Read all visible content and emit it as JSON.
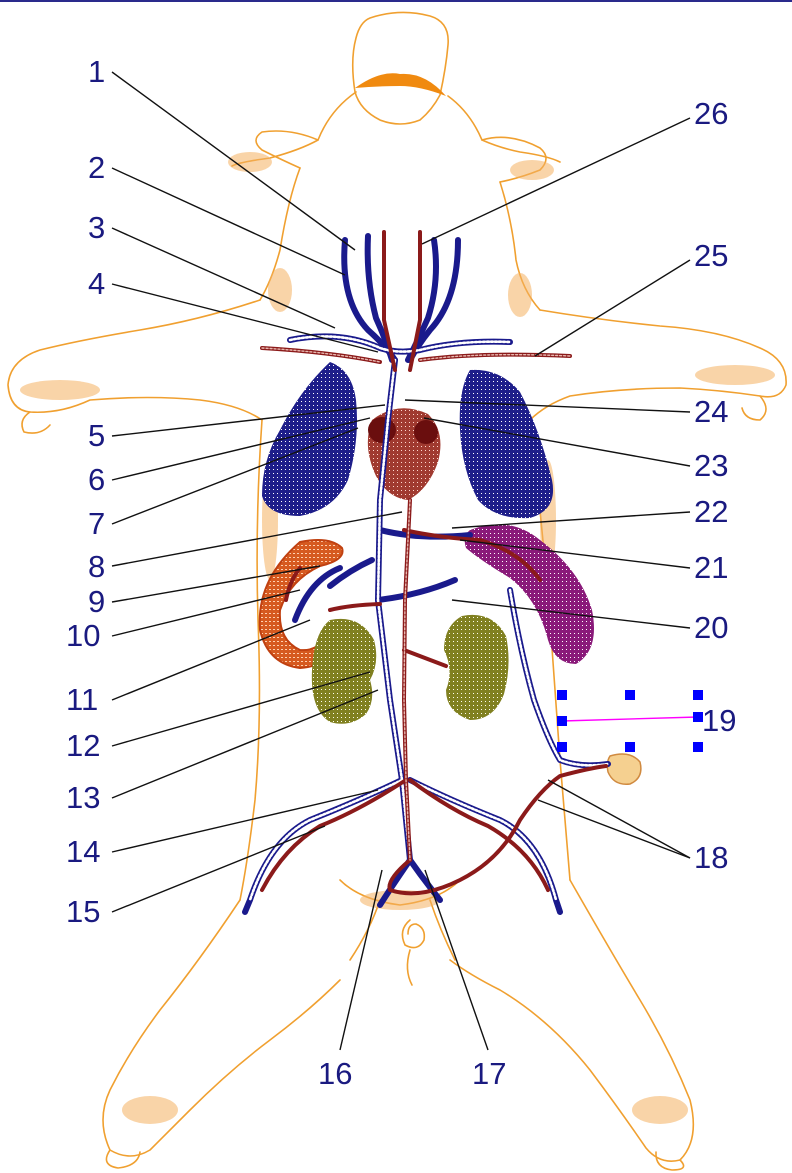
{
  "labels": {
    "l1": "1",
    "l2": "2",
    "l3": "3",
    "l4": "4",
    "l5": "5",
    "l6": "6",
    "l7": "7",
    "l8": "8",
    "l9": "9",
    "l10": "10",
    "l11": "11",
    "l12": "12",
    "l13": "13",
    "l14": "14",
    "l15": "15",
    "l16": "16",
    "l17": "17",
    "l18": "18",
    "l19": "19",
    "l20": "20",
    "l21": "21",
    "l22": "22",
    "l23": "23",
    "l24": "24",
    "l25": "25",
    "l26": "26"
  },
  "colors": {
    "label_text": "#1a1a80",
    "body_outline": "#f0a030",
    "vein": "#1a1a8c",
    "artery": "#8b1a1a",
    "lung": "#1e1e8a",
    "heart": "#8b2a2a",
    "liver": "#d65a20",
    "spleen": "#8a1a7a",
    "kidney": "#808020",
    "selection_handle": "#0000ff",
    "selection_line": "#ff00ff"
  },
  "selection": {
    "handles_count": 8,
    "selected_label": "19"
  }
}
